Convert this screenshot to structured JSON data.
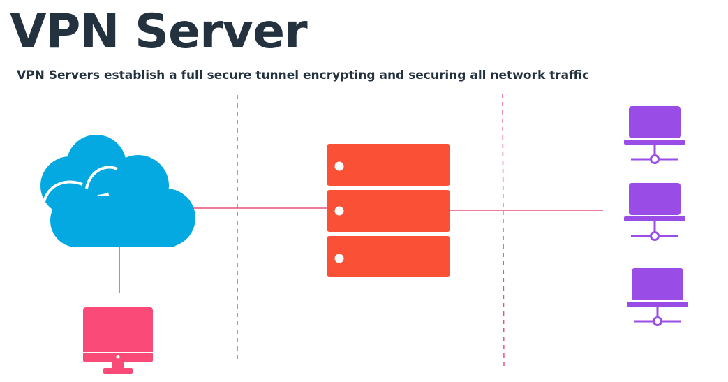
{
  "header": {
    "title": "VPN Server",
    "subtitle": "VPN Servers establish a full secure tunnel encrypting and securing all network traffic"
  },
  "diagram": {
    "nodes": [
      {
        "id": "cloud",
        "icon": "cloud-icon",
        "color": "#03a9e0"
      },
      {
        "id": "desktop",
        "icon": "monitor-icon",
        "color": "#f94a78"
      },
      {
        "id": "server",
        "icon": "server-rack-icon",
        "color": "#f95036"
      },
      {
        "id": "laptop-1",
        "icon": "laptop-network-icon",
        "color": "#9a4de6"
      },
      {
        "id": "laptop-2",
        "icon": "laptop-network-icon",
        "color": "#9a4de6"
      },
      {
        "id": "laptop-3",
        "icon": "laptop-network-icon",
        "color": "#9a4de6"
      }
    ],
    "connections": [
      {
        "from": "cloud",
        "to": "server",
        "style": "solid"
      },
      {
        "from": "server",
        "to": "laptop-2",
        "style": "solid"
      },
      {
        "from": "cloud",
        "to": "desktop",
        "style": "solid"
      }
    ],
    "colors": {
      "link_line": "#e8527a",
      "divider": "#e8527a",
      "text": "#243240"
    }
  }
}
